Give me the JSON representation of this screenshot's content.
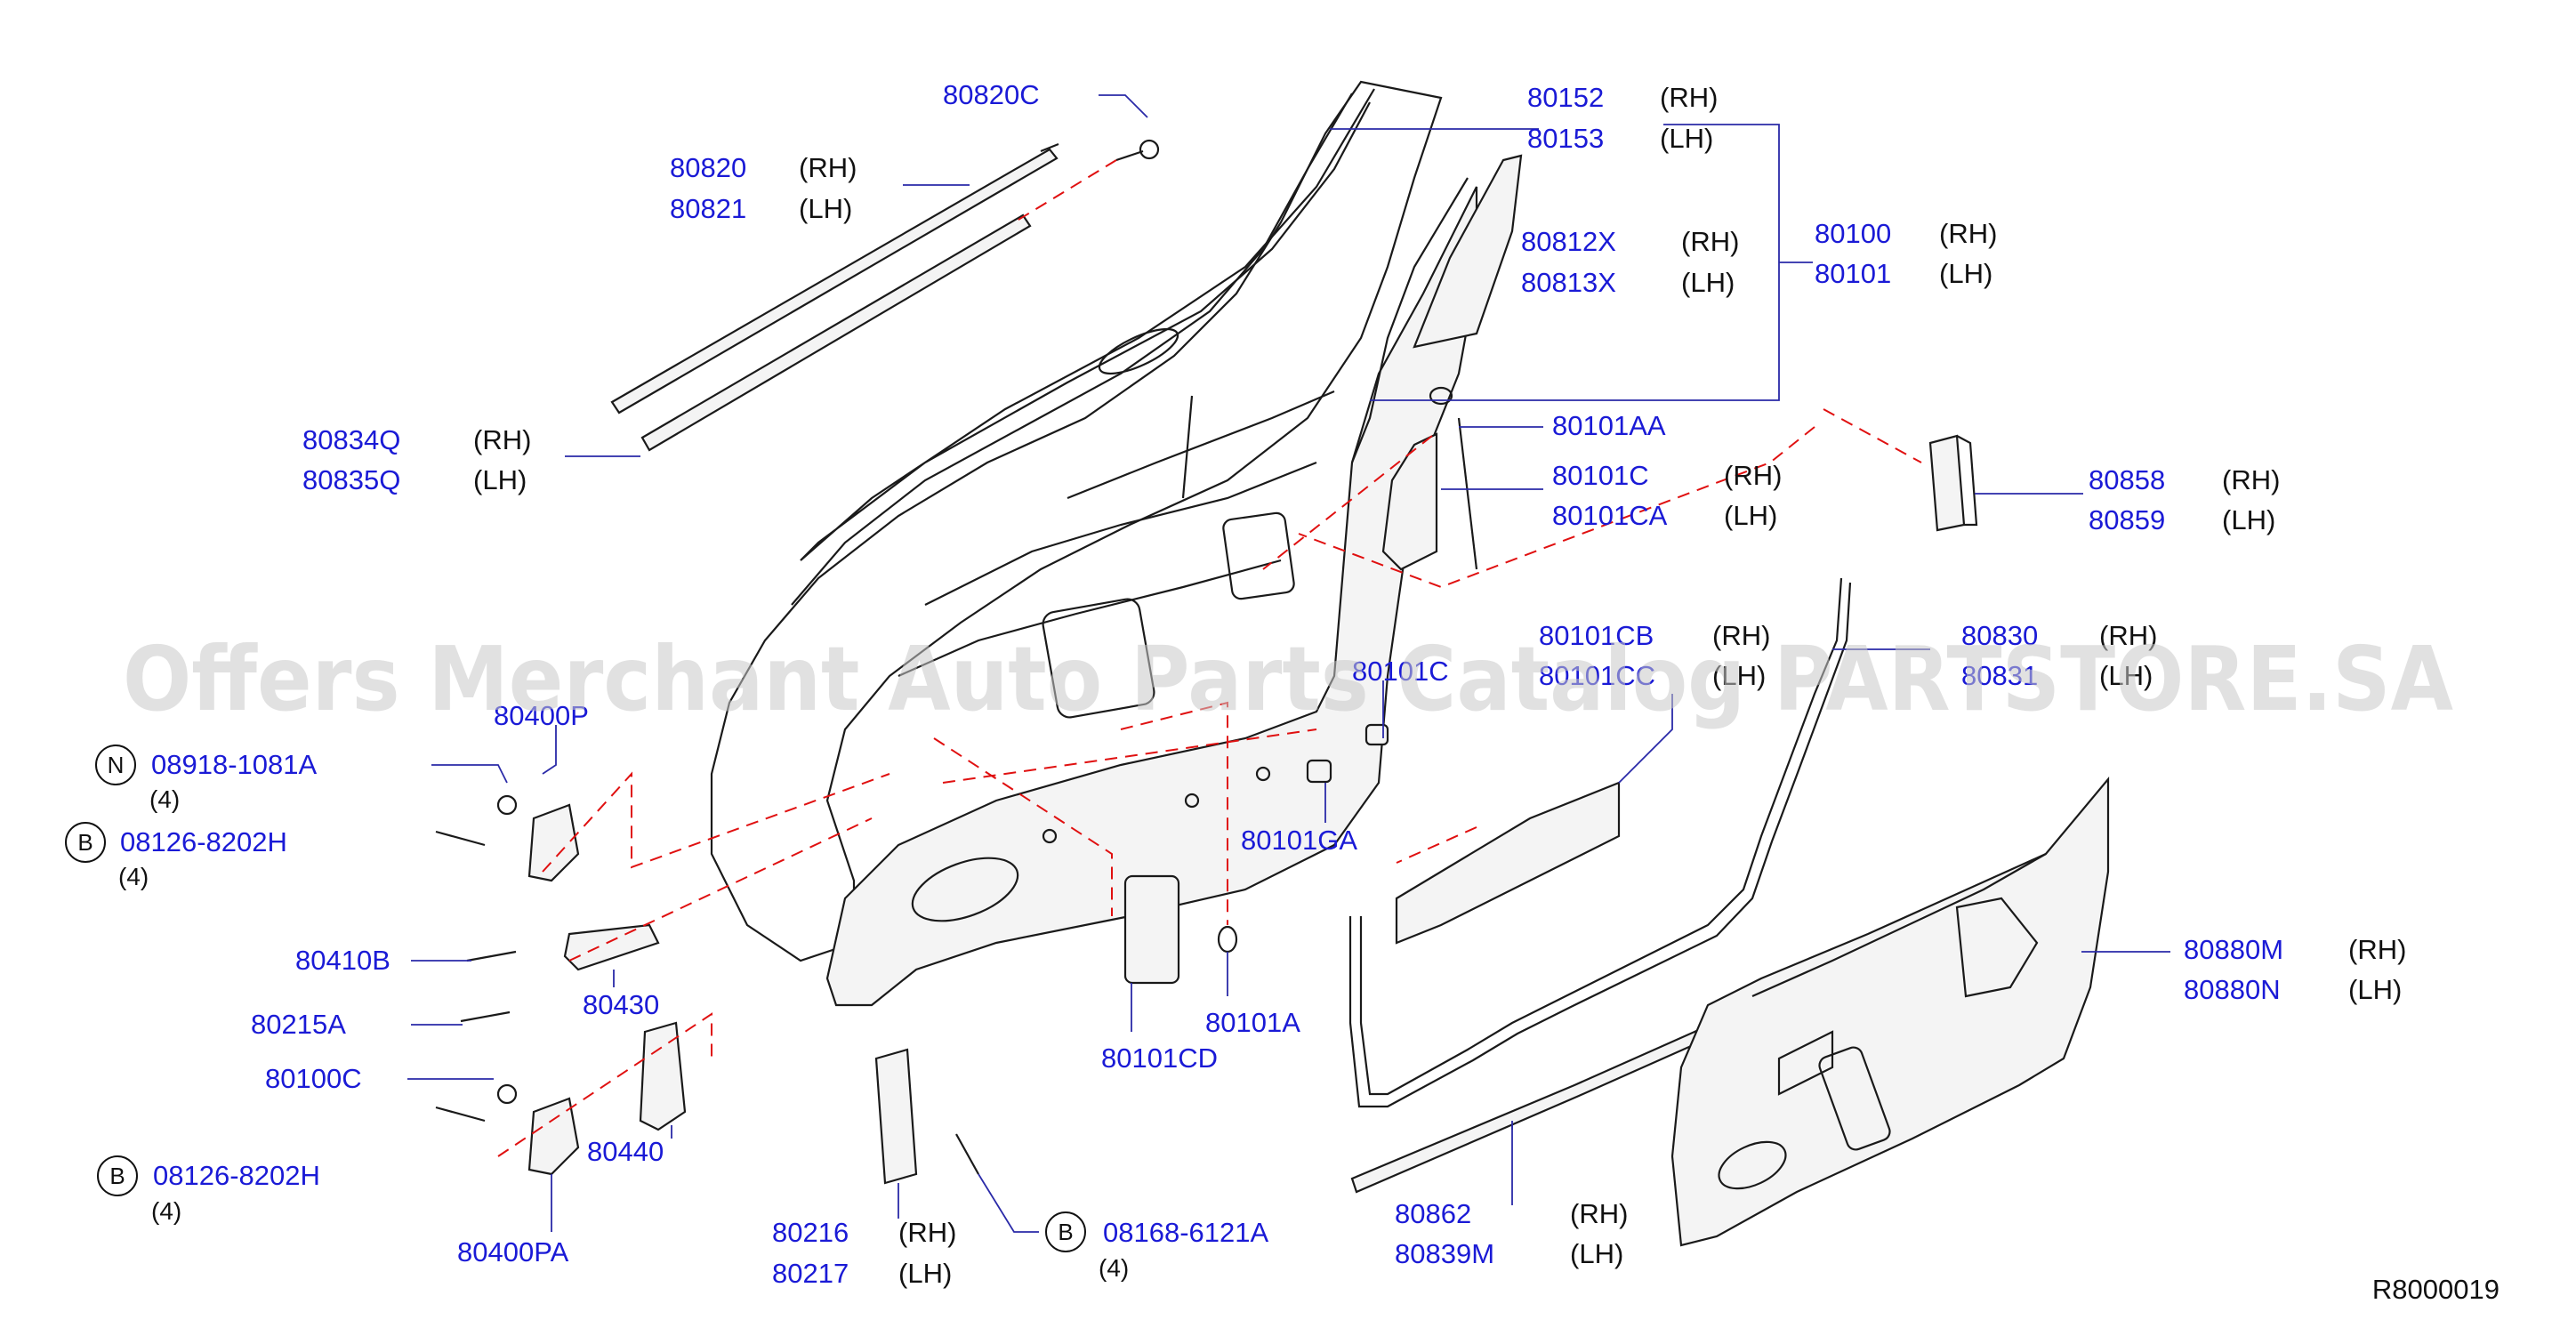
{
  "watermark": "Offers Merchant Auto Parts Catalog PARTSTORE.SA",
  "diagram_ref": "R8000019",
  "labels": {
    "p80820C": "80820C",
    "p80820": "80820",
    "p80821": "80821",
    "p80152": "80152",
    "p80153": "80153",
    "p80812X": "80812X",
    "p80813X": "80813X",
    "p80100": "80100",
    "p80101": "80101",
    "p80834Q": "80834Q",
    "p80835Q": "80835Q",
    "p80101AA": "80101AA",
    "p80101C": "80101C",
    "p80101CA": "80101CA",
    "p80858": "80858",
    "p80859": "80859",
    "p80101CB": "80101CB",
    "p80101CC": "80101CC",
    "p80830": "80830",
    "p80831": "80831",
    "p80400P": "80400P",
    "p80101GA": "80101GA",
    "p80101Cb": "80101C",
    "n08918": "08918-1081A",
    "b08126a": "08126-8202H",
    "p80410B": "80410B",
    "p80430": "80430",
    "p80215A": "80215A",
    "p80100C": "80100C",
    "b08126b": "08126-8202H",
    "p80440": "80440",
    "p80400PA": "80400PA",
    "p80101CD": "80101CD",
    "p80101A": "80101A",
    "p80216": "80216",
    "p80217": "80217",
    "b08168": "08168-6121A",
    "p80862": "80862",
    "p80839M": "80839M",
    "p80880M": "80880M",
    "p80880N": "80880N"
  },
  "sides": {
    "rh": "(RH)",
    "lh": "(LH)"
  },
  "qty": {
    "four": "(4)"
  },
  "circles": {
    "n": "N",
    "b": "B"
  },
  "colors": {
    "part_number": "#1a1ad6",
    "leader": "#2a2aa8",
    "dashed_guide": "#e01010",
    "line_art": "#1a1a1a"
  }
}
